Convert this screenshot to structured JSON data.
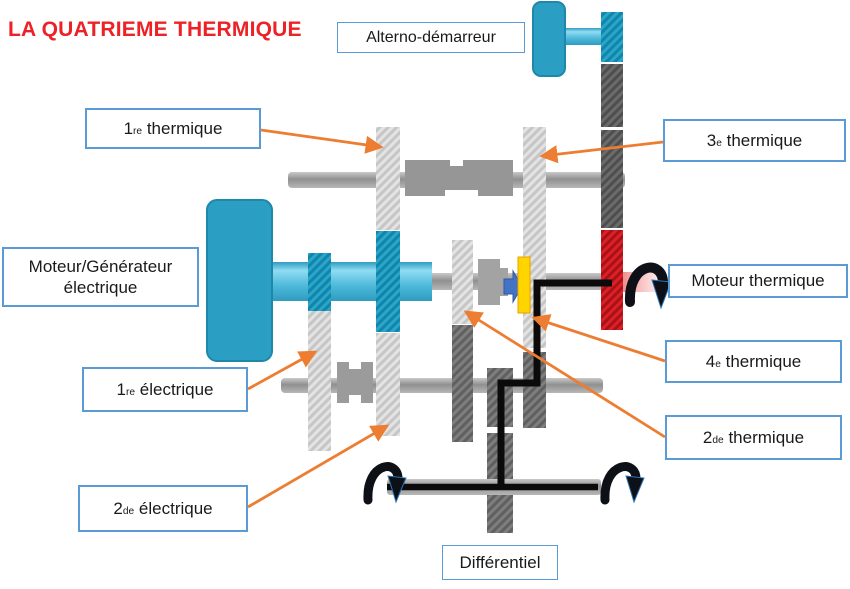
{
  "title": "LA QUATRIEME THERMIQUE",
  "labels": {
    "alterno_demarreur": "Alterno-démarreur",
    "premiere_thermique": {
      "base": "1",
      "sub": "re",
      "suffix": " thermique"
    },
    "troisieme_thermique": {
      "base": "3",
      "sub": "e",
      "suffix": " thermique"
    },
    "moteur_generateur": {
      "line1": "Moteur/Générateur",
      "line2": "électrique"
    },
    "moteur_thermique": "Moteur thermique",
    "premiere_electrique": {
      "base": "1",
      "sub": "re",
      "suffix": " électrique"
    },
    "quatrieme_thermique": {
      "base": "4",
      "sub": "e",
      "suffix": " thermique"
    },
    "deuxieme_thermique": {
      "base": "2",
      "sub": "de",
      "suffix": " thermique"
    },
    "deuxieme_electrique": {
      "base": "2",
      "sub": "de",
      "suffix": " électrique"
    },
    "differentiel": "Différentiel"
  },
  "colors": {
    "title_red": "#ec2227",
    "callout_border_blue": "#5b9bd5",
    "arrow_orange": "#ed7d31",
    "motor_blue": "#2b9ec3",
    "shaft_blue_light": "#56bedf",
    "gear_teal": "#1a8cb2",
    "gear_red": "#d91f26",
    "synchro_yellow": "#ffd500",
    "selector_arrow_blue": "#4472c4",
    "power_flow_black": "#0b0b0b"
  }
}
